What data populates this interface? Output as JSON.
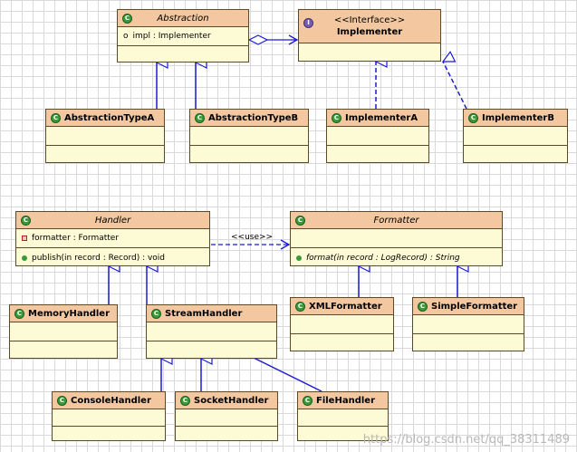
{
  "classes": {
    "abstraction": {
      "name": "Abstraction",
      "attr": "impl : Implementer"
    },
    "implementer": {
      "stereotype": "<<Interface>>",
      "name": "Implementer"
    },
    "abstraction_type_a": {
      "name": "AbstractionTypeA"
    },
    "abstraction_type_b": {
      "name": "AbstractionTypeB"
    },
    "implementer_a": {
      "name": "ImplementerA"
    },
    "implementer_b": {
      "name": "ImplementerB"
    },
    "handler": {
      "name": "Handler",
      "attr": "formatter : Formatter",
      "op": "publish(in record : Record) : void"
    },
    "formatter": {
      "name": "Formatter",
      "op": "format(in record : LogRecord) : String"
    },
    "memory_handler": {
      "name": "MemoryHandler"
    },
    "stream_handler": {
      "name": "StreamHandler"
    },
    "xml_formatter": {
      "name": "XMLFormatter"
    },
    "simple_formatter": {
      "name": "SimpleFormatter"
    },
    "console_handler": {
      "name": "ConsoleHandler"
    },
    "socket_handler": {
      "name": "SocketHandler"
    },
    "file_handler": {
      "name": "FileHandler"
    }
  },
  "relations": {
    "use_label": "<<use>>"
  },
  "badges": {
    "class_letter": "C",
    "interface_letter": "I"
  },
  "watermark": "https://blog.csdn.net/qq_38311489",
  "colors": {
    "header": "#f3c8a0",
    "body": "#fdfbd6",
    "arrow": "#1a1ad8",
    "class_badge": "#3a9a3a",
    "interface_badge": "#7a5cb8"
  }
}
